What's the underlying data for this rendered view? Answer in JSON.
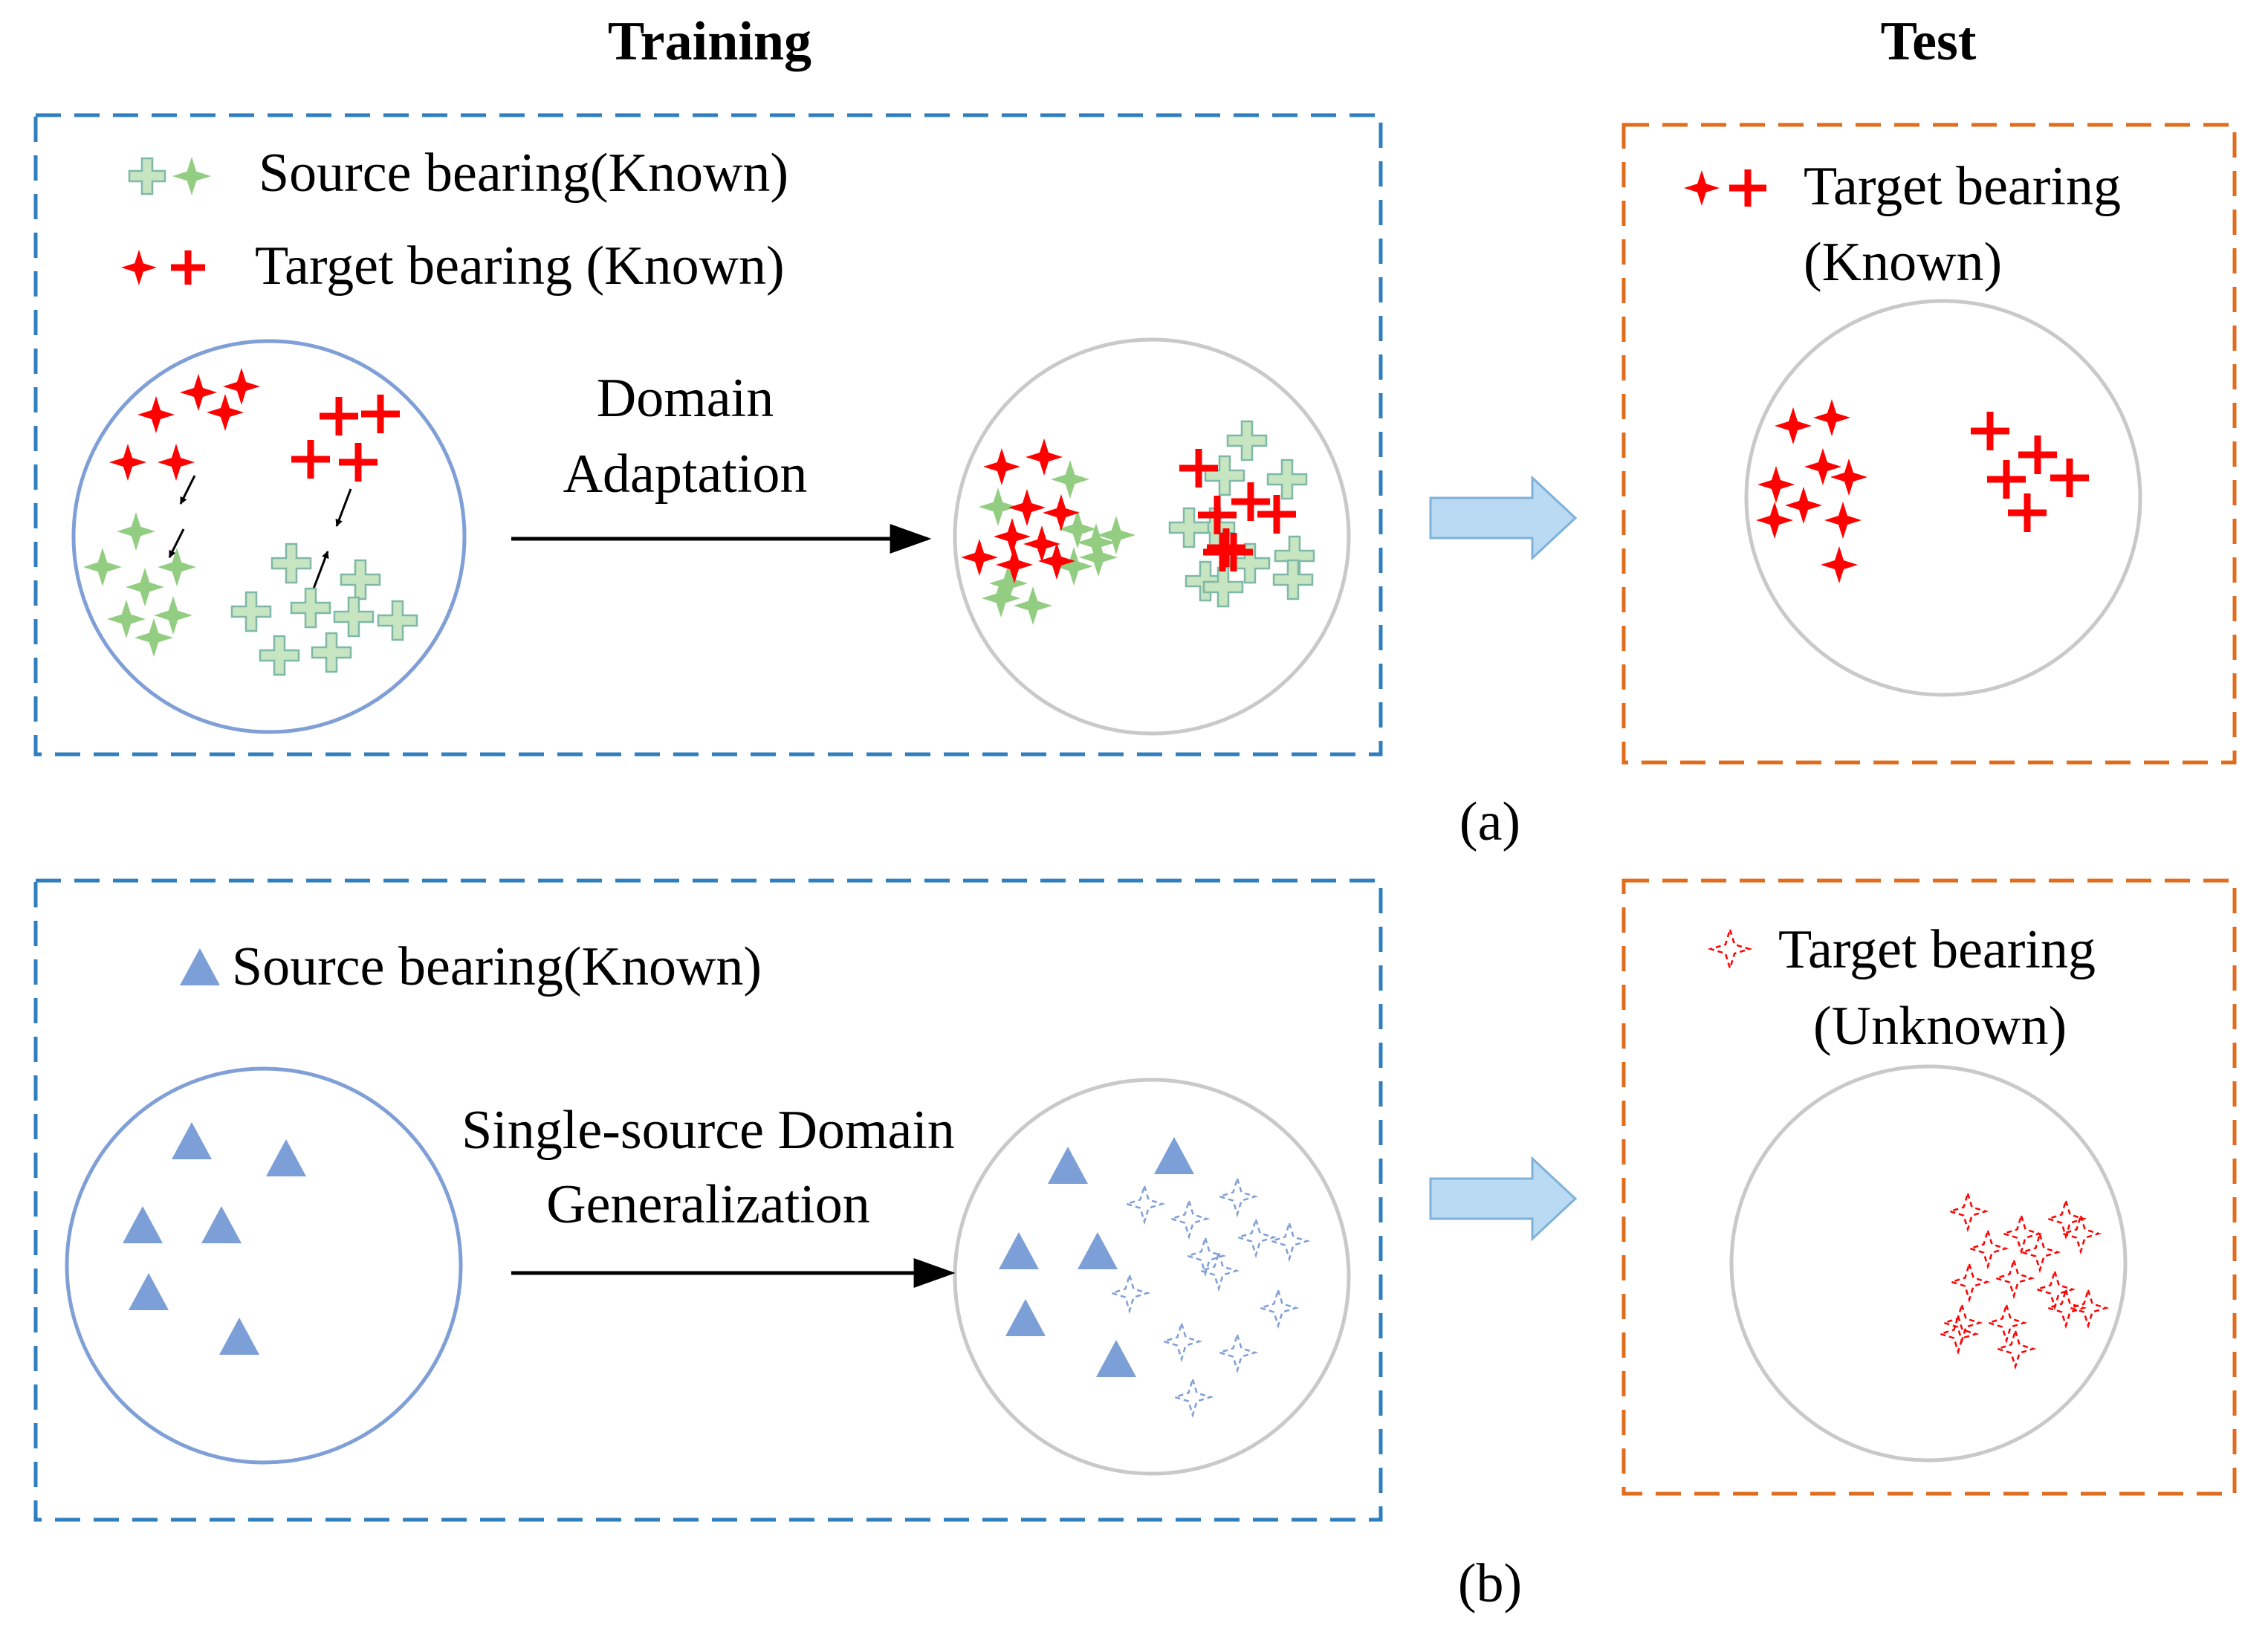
{
  "headers": {
    "training": "Training",
    "test": "Test"
  },
  "panel_a": {
    "legend_source": "Source bearing(Known)",
    "legend_target": "Target bearing (Known)",
    "arrow_label_1": "Domain",
    "arrow_label_2": "Adaptation",
    "test_label_1": "Target bearing",
    "test_label_2": "(Known)",
    "caption": "(a)"
  },
  "panel_b": {
    "legend_source": "Source bearing(Known)",
    "arrow_label_1": "Single-source Domain",
    "arrow_label_2": "Generalization",
    "test_label_1": "Target bearing",
    "test_label_2": "(Unknown)",
    "caption": "(b)"
  },
  "colors": {
    "training_border": "#2f7fbf",
    "test_border": "#e06d1e",
    "red": "#ff0000",
    "green_fill": "#93cd82",
    "green_cross_fill": "#c6e5c0",
    "green_stroke": "#7fb8a8",
    "triangle": "#7b9fd6",
    "blue_circle": "#7f9fd6",
    "grey_circle": "#c9c9c9",
    "block_arrow": "#b9daf2",
    "block_arrow_stroke": "#7eb2d8"
  }
}
